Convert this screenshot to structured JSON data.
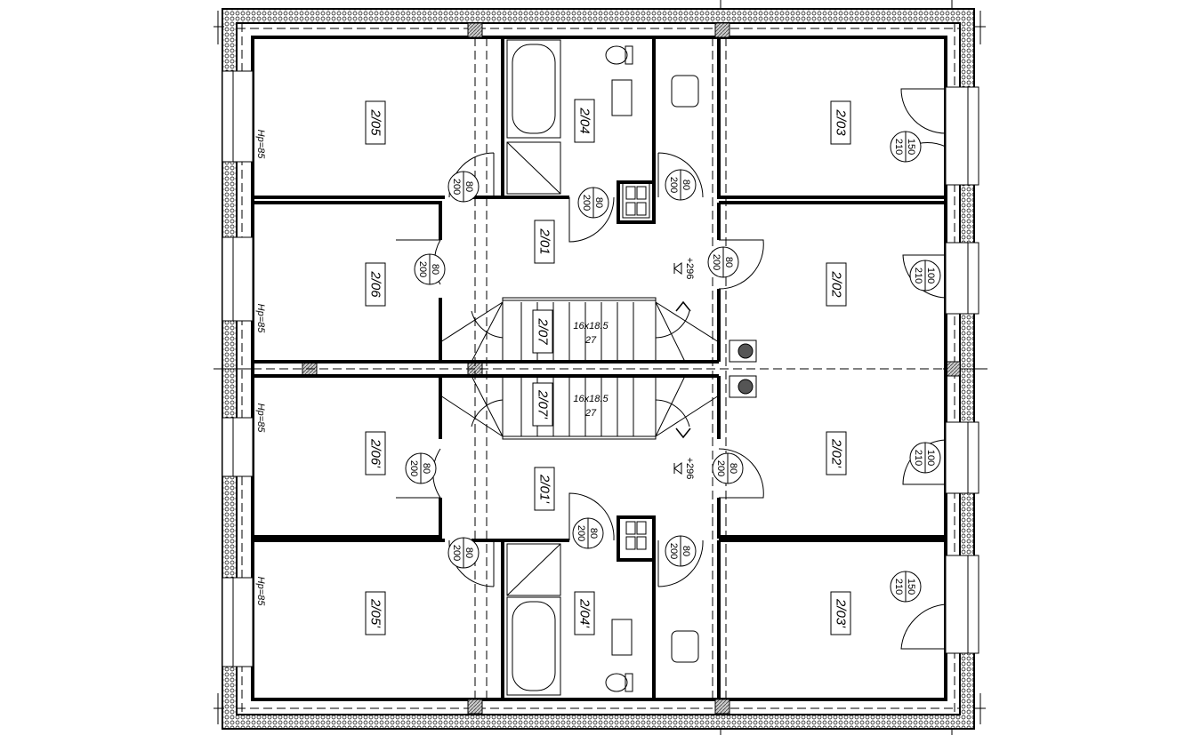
{
  "plan": {
    "rooms": {
      "r205": "2/05",
      "r204": "2/04",
      "r203": "2/03",
      "r206": "2/06",
      "r201": "2/01",
      "r202": "2/02",
      "r207": "2/07",
      "r207p": "2/07'",
      "r206p": "2/06'",
      "r201p": "2/01'",
      "r202p": "2/02'",
      "r205p": "2/05'",
      "r204p": "2/04'",
      "r203p": "2/03'"
    },
    "doors": [
      {
        "w": "80",
        "h": "200"
      },
      {
        "w": "80",
        "h": "200"
      },
      {
        "w": "80",
        "h": "200"
      },
      {
        "w": "150",
        "h": "210"
      },
      {
        "w": "80",
        "h": "200"
      },
      {
        "w": "80",
        "h": "200"
      },
      {
        "w": "100",
        "h": "210"
      },
      {
        "w": "80",
        "h": "200"
      },
      {
        "w": "80",
        "h": "200"
      },
      {
        "w": "100",
        "h": "210"
      },
      {
        "w": "80",
        "h": "200"
      },
      {
        "w": "80",
        "h": "200"
      },
      {
        "w": "80",
        "h": "200"
      },
      {
        "w": "150",
        "h": "210"
      }
    ],
    "sill_heights": [
      "Hp=85",
      "Hp=85",
      "Hp=85",
      "Hp=85"
    ],
    "levels": [
      "+296",
      "+296"
    ],
    "stairs": [
      {
        "steps": "16x18.5",
        "tread": "27"
      },
      {
        "steps": "16x18.5",
        "tread": "27"
      }
    ]
  }
}
